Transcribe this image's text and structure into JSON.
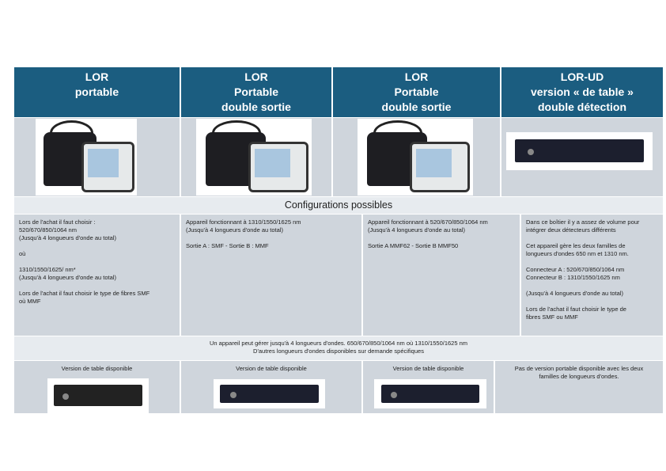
{
  "headers": [
    "LOR\nportable",
    "LOR\nPortable\ndouble sortie",
    "LOR\nPortable\ndouble sortie",
    "LOR-UD\nversion « de table »\ndouble détection"
  ],
  "section_title": "Configurations possibles",
  "configs": [
    "Lors de l'achat il faut choisir :\n520/670/850/1064 nm\n(Jusqu'à 4 longueurs d'onde au total)\n\noù\n\n1310/1550/1625/ nm*\n(Jusqu'à 4 longueurs d'onde au total)\n\nLors de l'achat il faut choisir  le type de fibres SMF\noù MMF",
    "Appareil fonctionnant à 1310/1550/1625 nm\n(Jusqu'à 4 longueurs d'onde au total)\n\nSortie A : SMF - Sortie B : MMF",
    "Appareil fonctionnant à 520/670/850/1064 nm\n(Jusqu'à 4 longueurs d'onde au total)\n\nSortie A MMF62 - Sortie B MMF50",
    "Dans ce boîtier il y a assez de volume pour\nintégrer deux détecteurs différents\n\nCet appareil gère les deux familles de\nlongueurs d'ondes 650 nm et 1310 nm.\n\nConnecteur A : 520/670/850/1064 nm\nConnecteur B : 1310/1550/1625 nm\n\n(Jusqu'à 4 longueurs d'onde au total)\n\nLors de l'achat il faut choisir  le type de\nfibres SMF ou MMF"
  ],
  "note": "Un appareil peut gérer jusqu'à 4 longueurs d'ondes. 650/670/850/1064 nm où  1310/1550/1625 nm\nD'autres longueurs d'ondes disponibles sur demande spécifiques",
  "table_versions": [
    "Version de table disponible",
    "Version de table disponible",
    "Version de table disponible",
    "Pas de version portable disponible avec les deux\nfamilles de longueurs d'ondes."
  ]
}
